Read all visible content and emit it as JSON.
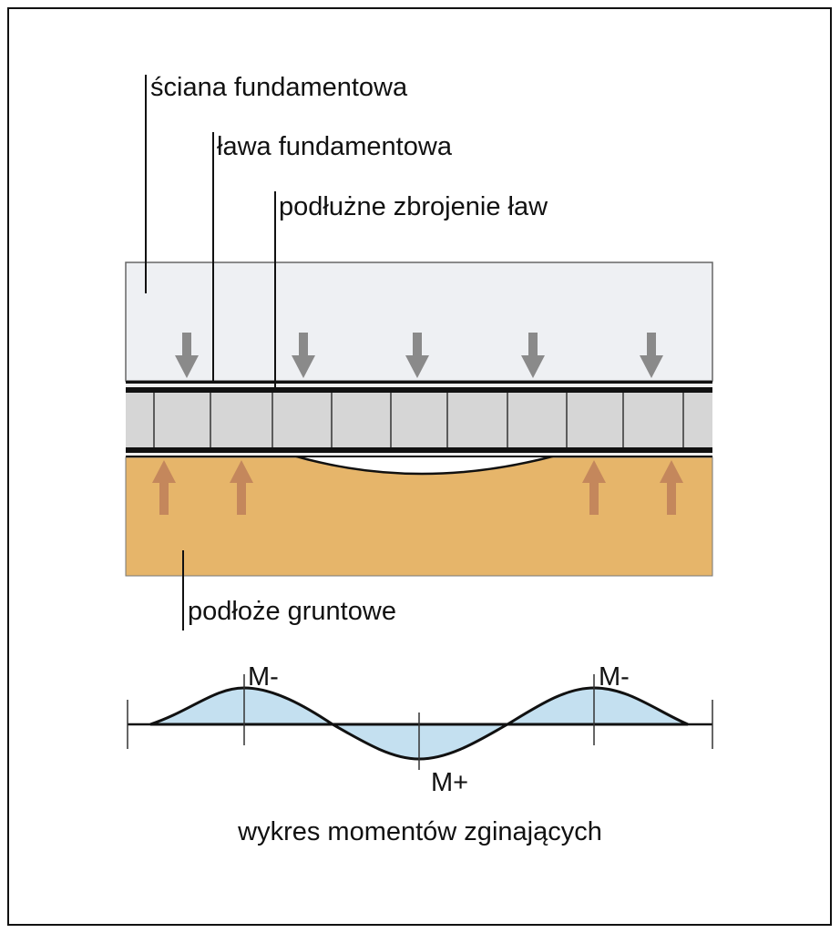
{
  "labels": {
    "wall": "ściana fundamentowa",
    "footing": "ława fundamentowa",
    "reinforcement": "podłużne zbrojenie ław",
    "soil": "podłoże gruntowe",
    "moment_neg_left": "M-",
    "moment_neg_right": "M-",
    "moment_pos": "M+",
    "moment_diagram": "wykres momentów zginających"
  },
  "colors": {
    "wall": "#eef0f3",
    "footing": "#d6d6d6",
    "soil": "#e6b56a",
    "load_arrow": "#8a8a8a",
    "reaction_arrow": "#c4875c",
    "moment_fill": "#c4e0f0"
  }
}
